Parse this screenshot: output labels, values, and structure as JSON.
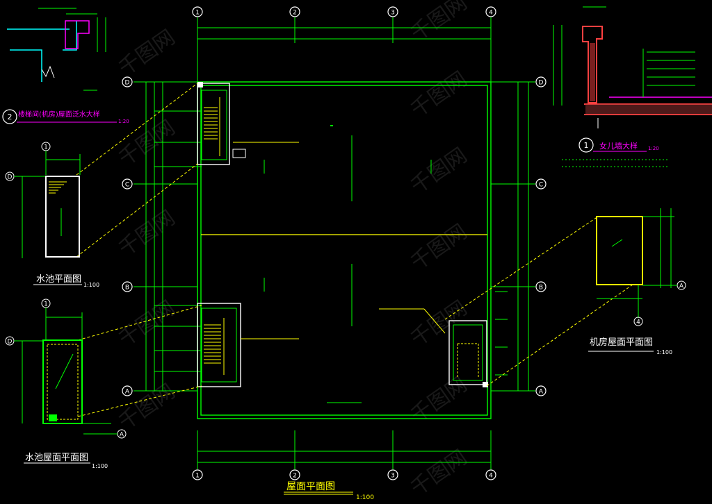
{
  "axes": {
    "top": [
      "1",
      "2",
      "3",
      "4"
    ],
    "bottom": [
      "1",
      "2",
      "3",
      "4"
    ],
    "left": [
      "D",
      "C",
      "B",
      "A"
    ],
    "right": [
      "D",
      "C",
      "B",
      "A"
    ],
    "tank_plan_col": "1",
    "tank_plan_rows": [
      "D"
    ],
    "tank_roof_col": "1",
    "tank_roof_rows": [
      "D",
      "A"
    ],
    "machine_col": "4",
    "machine_row": "A"
  },
  "titles": {
    "main_plan": "屋面平面图",
    "main_scale": "1:100",
    "water_tank_plan": "水池平面图",
    "water_tank_plan_scale": "1:100",
    "water_tank_roof": "水池屋面平面图",
    "water_tank_roof_scale": "1:100",
    "machine_room_roof": "机房屋面平面图",
    "machine_room_roof_scale": "1:100",
    "detail1_num": "1",
    "detail1": "女儿墙大样",
    "detail1_scale": "1:20",
    "detail2_num": "2",
    "detail2": "楼梯间(机房)屋面泛水大样",
    "detail2_scale": "1:20"
  },
  "watermark": "千图网"
}
